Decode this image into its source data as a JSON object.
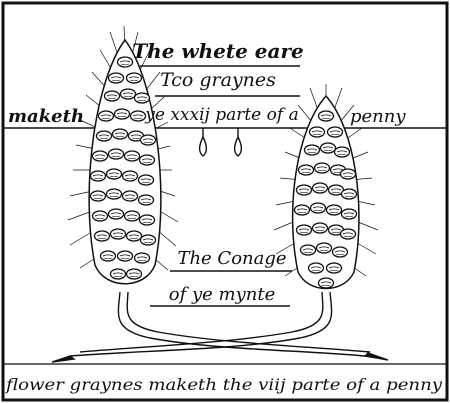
{
  "labels": {
    "title": "The whete eare",
    "line2": "Tco graynes",
    "maketh": "maketh",
    "line3": "ye xxxij parte of a",
    "penny": "penny",
    "conage": "The Conage",
    "mynte": "of ye mynte",
    "bottom": "flower graynes maketh the viij parte of a penny"
  },
  "icons": [
    "wheat-ear-left",
    "wheat-ear-right",
    "drop",
    "intertwined-stalks"
  ]
}
